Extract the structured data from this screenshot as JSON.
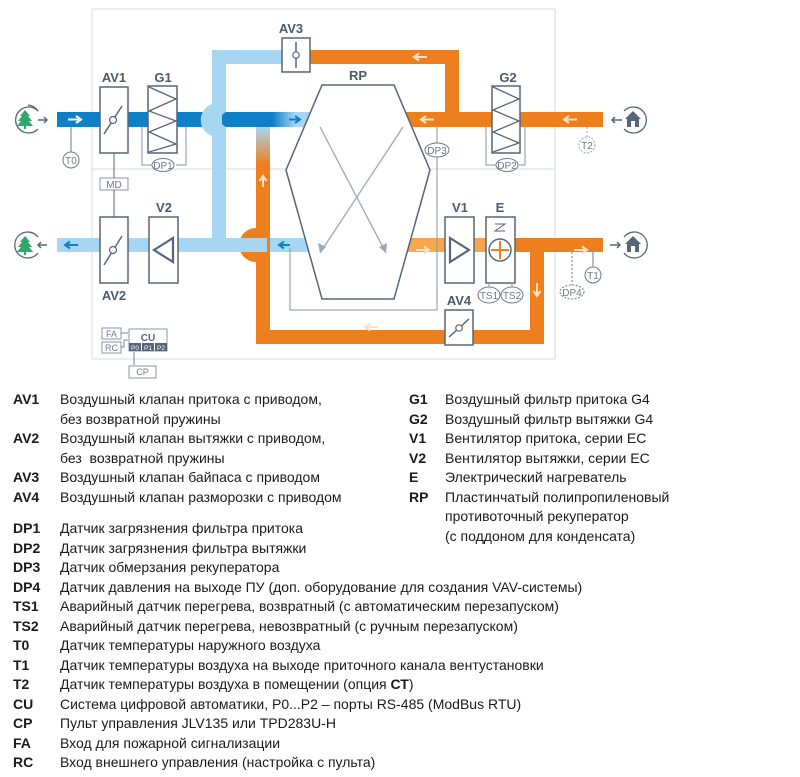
{
  "colors": {
    "supply_dark": "#0f7fc8",
    "supply_light": "#a7d6f2",
    "exhaust": "#ee7f1e",
    "exhaust_light": "#f6a74d",
    "component_stroke": "#56657a",
    "tree_green": "#2fa86b",
    "frame": "#d6dde3"
  },
  "diagram": {
    "components": {
      "AV1": "AV1",
      "AV2": "AV2",
      "AV3": "AV3",
      "AV4": "AV4",
      "G1": "G1",
      "G2": "G2",
      "V1": "V1",
      "V2": "V2",
      "E": "E",
      "RP": "RP"
    },
    "sensors": {
      "T0": "T0",
      "T1": "T1",
      "T2": "T2",
      "DP1": "DP1",
      "DP2": "DP2",
      "DP3": "DP3",
      "DP4": "DP4",
      "TS1": "TS1",
      "TS2": "TS2",
      "MD": "MD"
    },
    "control": {
      "cu": "CU",
      "fa": "FA",
      "rc": "RC",
      "cp": "CP",
      "ports": [
        "P0",
        "P1",
        "P2"
      ]
    },
    "icons": {
      "outdoor_in": "tree-icon",
      "outdoor_out": "tree-icon",
      "room_in": "house-icon",
      "room_out": "house-icon"
    }
  },
  "legend": {
    "left": [
      {
        "code": "AV1",
        "lines": [
          "Воздушный клапан притока с приводом,",
          "без возвратной пружины"
        ]
      },
      {
        "code": "AV2",
        "lines": [
          "Воздушный клапан вытяжки с приводом,",
          "без  возвратной пружины"
        ]
      },
      {
        "code": "AV3",
        "lines": [
          "Воздушный клапан байпаса с приводом"
        ]
      },
      {
        "code": "AV4",
        "lines": [
          "Воздушный клапан разморозки с приводом"
        ]
      }
    ],
    "right": [
      {
        "code": "G1",
        "lines": [
          "Воздушный фильтр притока G4"
        ]
      },
      {
        "code": "G2",
        "lines": [
          "Воздушный фильтр вытяжки G4"
        ]
      },
      {
        "code": "V1",
        "lines": [
          "Вентилятор притока, серии EC"
        ]
      },
      {
        "code": "V2",
        "lines": [
          "Вентилятор вытяжки, серии EC"
        ]
      },
      {
        "code": "E",
        "lines": [
          "Электрический нагреватель"
        ]
      },
      {
        "code": "RP",
        "lines": [
          "Пластинчатый полипропиленовый",
          "противоточный рекуператор",
          "(с поддоном для конденсата)"
        ]
      }
    ],
    "bottom": [
      {
        "code": "DP1",
        "text": "Датчик загрязнения фильтра притока"
      },
      {
        "code": "DP2",
        "text": "Датчик загрязнения фильтра вытяжки"
      },
      {
        "code": "DP3",
        "text": "Датчик обмерзания рекуператора"
      },
      {
        "code": "DP4",
        "text": "Датчик давления на выходе ПУ (доп. оборудование для создания VAV-системы)"
      },
      {
        "code": "TS1",
        "text": "Аварийный датчик перегрева, возвратный (с автоматическим перезапуском)"
      },
      {
        "code": "TS2",
        "text": "Аварийный датчик перегрева, невозвратный (с ручным перезапуском)"
      },
      {
        "code": "T0",
        "text": "Датчик температуры наружного воздуха"
      },
      {
        "code": "T1",
        "text": "Датчик температуры воздуха на выходе приточного канала вентустановки"
      },
      {
        "code": "T2",
        "text": "Датчик температуры воздуха в помещении (опция ",
        "bold_suffix": "СТ",
        "after": ")"
      },
      {
        "code": "CU",
        "text": "Система цифровой автоматики, P0...P2 – порты RS-485 (ModBus RTU)"
      },
      {
        "code": "CP",
        "text": "Пульт управления JLV135 или TPD283U-H"
      },
      {
        "code": "FA",
        "text": "Вход для пожарной сигнализации"
      },
      {
        "code": "RC",
        "text": "Вход внешнего управления (настройка с пульта)"
      }
    ]
  }
}
